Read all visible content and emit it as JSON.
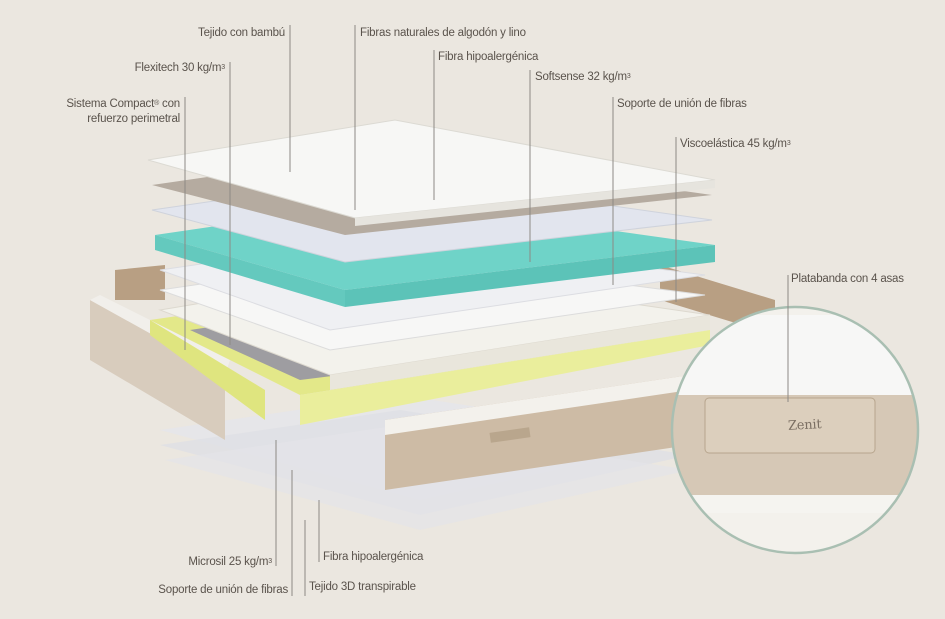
{
  "labels": {
    "bamboo": "Tejido con bambú",
    "natural_fibers": "Fibras naturales de algodón y lino",
    "flexitech": "Flexitech 30 kg/m",
    "hypo_top": "Fibra hipoalergénica",
    "softsense": "Softsense 32 kg/m",
    "compact_1": "Sistema Compact",
    "compact_reg": "®",
    "compact_1b": " con",
    "compact_2": "refuerzo perimetral",
    "support_top": "Soporte de unión de fibras",
    "visco": "Viscoelástica 45 kg/m",
    "platabanda": "Platabanda con 4 asas",
    "microsil": "Microsil 25 kg/m",
    "hypo_bottom": "Fibra hipoalergénica",
    "support_bottom": "Soporte de unión de fibras",
    "tejido3d": "Tejido 3D transpirable",
    "cube": "3"
  },
  "brand": "Zenit",
  "colors": {
    "background": "#ebe7e0",
    "teal": "#6fd3c8",
    "yellow": "#e6ea8c",
    "beige": "#cbb9a3",
    "zoom_ring": "#a9bfb2"
  }
}
